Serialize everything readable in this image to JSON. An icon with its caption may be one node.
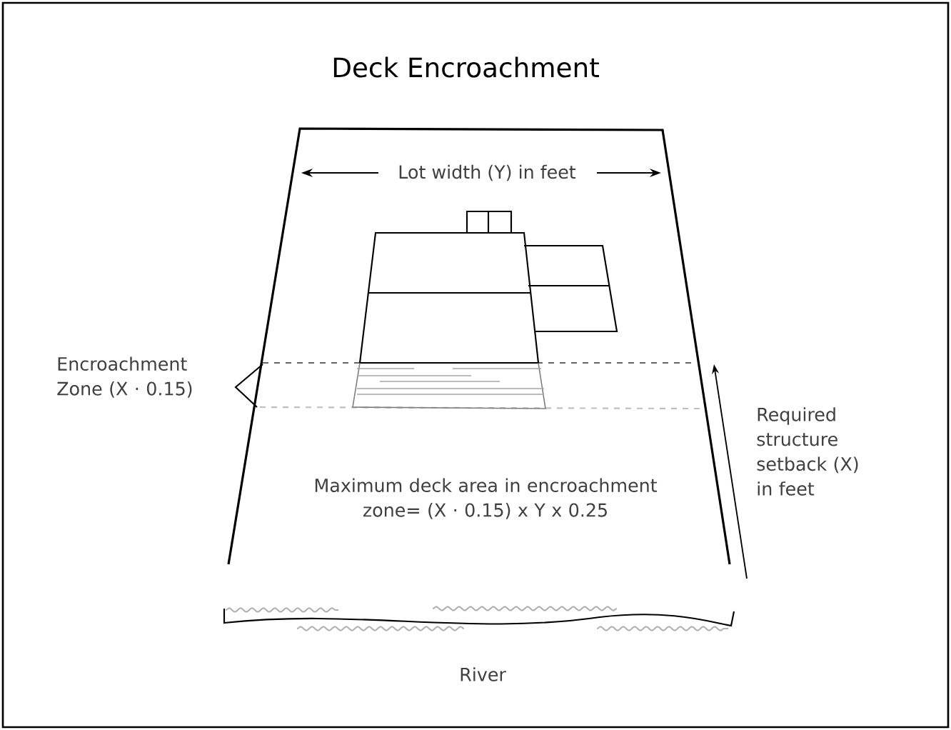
{
  "diagram": {
    "title": "Deck Encroachment",
    "labels": [
      "Lot width (Y) in feet",
      "Encroachment Zone (X · 0.15)",
      "Required structure setback (X) in feet",
      "Maximum deck area in encroachment zone= (X · 0.15) x Y x 0.25",
      "River"
    ]
  }
}
